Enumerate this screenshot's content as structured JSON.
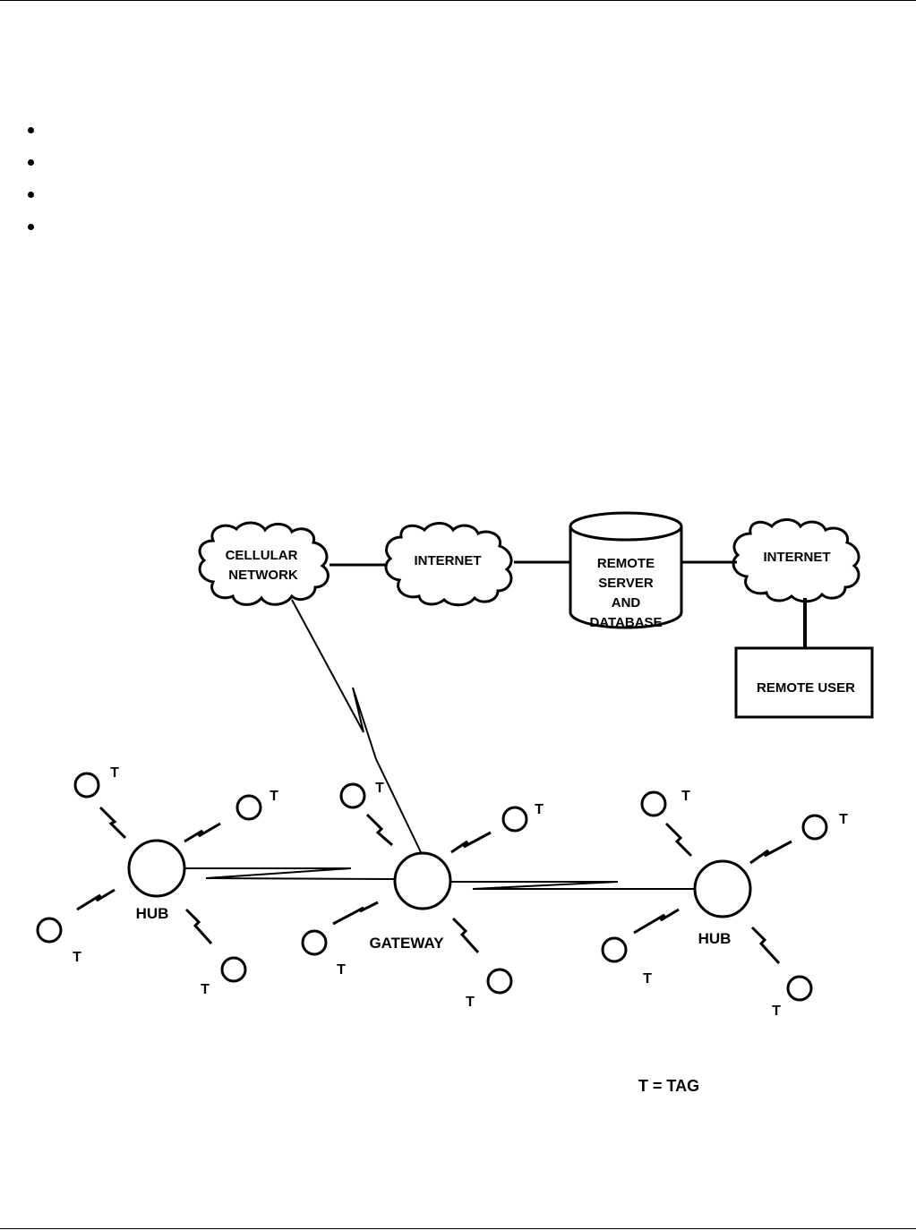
{
  "bullets": [
    "",
    "",
    "",
    ""
  ],
  "diagram": {
    "nodes": {
      "cellular_network": [
        "CELLULAR",
        "NETWORK"
      ],
      "internet_left": "INTERNET",
      "remote_server": [
        "REMOTE",
        "SERVER",
        "AND",
        "DATABASE"
      ],
      "internet_right": "INTERNET",
      "remote_user": "REMOTE USER",
      "hub_left": "HUB",
      "gateway": "GATEWAY",
      "hub_right": "HUB"
    },
    "tag_label": "T",
    "legend": "T = TAG"
  }
}
